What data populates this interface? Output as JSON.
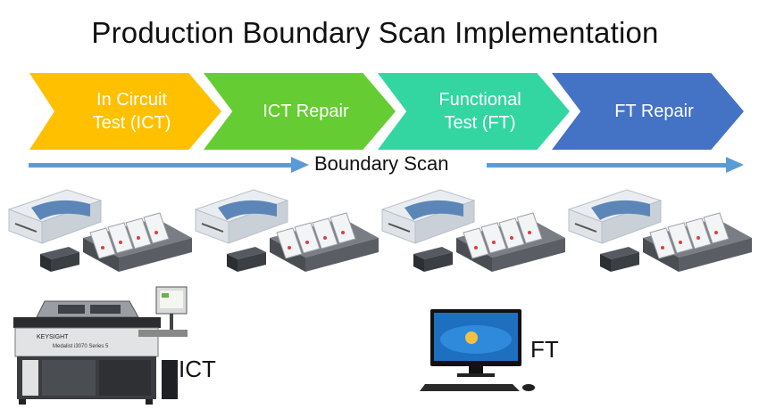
{
  "title": "Production Boundary Scan Implementation",
  "stages": [
    {
      "label": "In Circuit\nTest (ICT)",
      "color": "#ffc000"
    },
    {
      "label": "ICT Repair",
      "color": "#66cc33"
    },
    {
      "label": "Functional\nTest (FT)",
      "color": "#33d6a0"
    },
    {
      "label": "FT Repair",
      "color": "#4472c4"
    }
  ],
  "flow_label": "Boundary Scan",
  "flow_color": "#5b9bd5",
  "equipment_labels": {
    "ict": "ICT",
    "ft": "FT"
  },
  "ict_machine_brand": "KEYSIGHT",
  "ict_machine_model": "Medalist i3070 Series 5"
}
